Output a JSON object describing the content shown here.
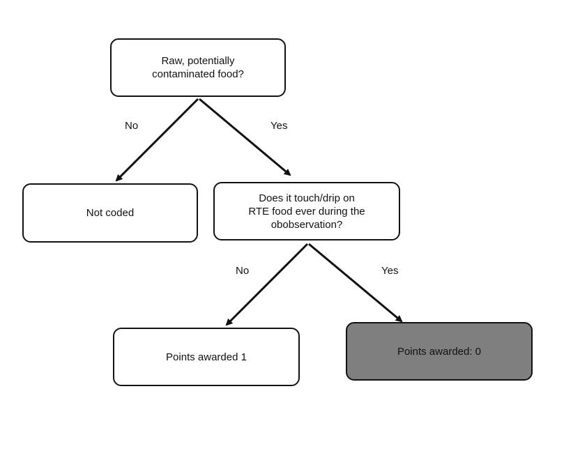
{
  "nodes": {
    "root": {
      "text": "Raw, potentially\ncontaminated food?"
    },
    "not_coded": {
      "text": "Not coded"
    },
    "touch_drip": {
      "text": "Does it touch/drip on\nRTE food ever during the\nobobservation?"
    },
    "points_one": {
      "text": "Points awarded 1"
    },
    "points_zero": {
      "text": "Points awarded: 0"
    }
  },
  "edges": {
    "root_no": "No",
    "root_yes": "Yes",
    "touch_no": "No",
    "touch_yes": "Yes"
  },
  "colors": {
    "stroke": "#111111",
    "filled_node": "#7f7f7f",
    "background": "#ffffff"
  }
}
